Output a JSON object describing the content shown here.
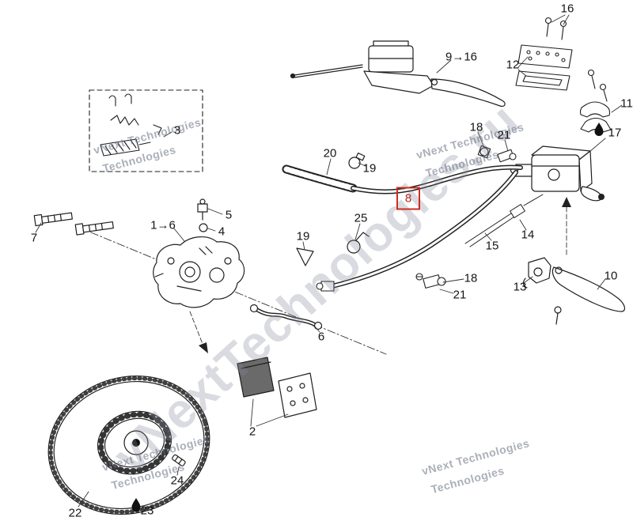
{
  "diagram": {
    "type": "exploded-parts-diagram",
    "subject": "hydraulic brake system",
    "line_color": "#1f1f1f",
    "highlight_color": "#cf2b20"
  },
  "labels": {
    "p16_top": "16",
    "p12": "12",
    "p11": "11",
    "p9_16": "9→16",
    "p18_upper": "18",
    "p21_upper": "21",
    "p17": "17",
    "p20": "20",
    "p19_upper": "19",
    "p8": "8",
    "p25": "25",
    "p14": "14",
    "p15": "15",
    "p7": "7",
    "p1_6": "1→6",
    "p5": "5",
    "p4": "4",
    "p19_lower": "19",
    "p18_lower": "18",
    "p21_lower": "21",
    "p13": "13",
    "p10": "10",
    "p3": "3",
    "p6": "6",
    "p2": "2",
    "p22": "22",
    "p24": "24",
    "p23": "23"
  },
  "watermarks": {
    "diagonal": "vNextTechnologies.ru",
    "tile": "vNext Technologies",
    "tile_line2": "Technologies"
  }
}
